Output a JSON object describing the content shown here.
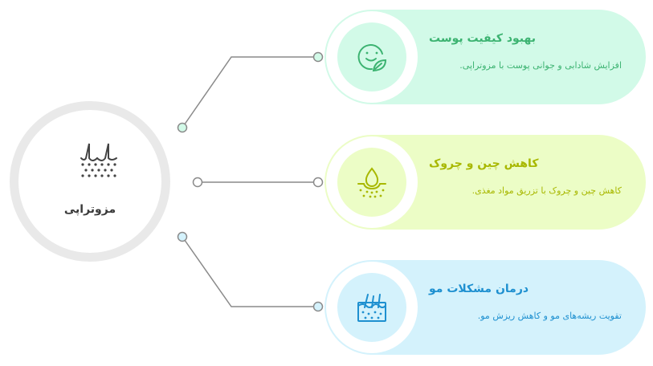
{
  "hub": {
    "label": "مزوتراپی",
    "icon": "hair-follicle-icon",
    "ring_color": "#e9e9e9"
  },
  "cards": [
    {
      "title": "بهبود کیفیت پوست",
      "description": "افزایش شادابی و جوانی پوست با مزوتراپی.",
      "icon": "face-leaf-icon",
      "accent": "#3cb371",
      "background": "#d2fae8"
    },
    {
      "title": "کاهش چین و چروک",
      "description": "کاهش چین و چروک با تزریق مواد مغذی.",
      "icon": "skin-droplet-icon",
      "accent": "#a8b800",
      "background": "#ecfdc6"
    },
    {
      "title": "درمان مشکلات مو",
      "description": "تقویت ریشه‌های مو و کاهش ریزش مو.",
      "icon": "hair-roots-icon",
      "accent": "#1e90d0",
      "background": "#d4f2fc"
    }
  ]
}
